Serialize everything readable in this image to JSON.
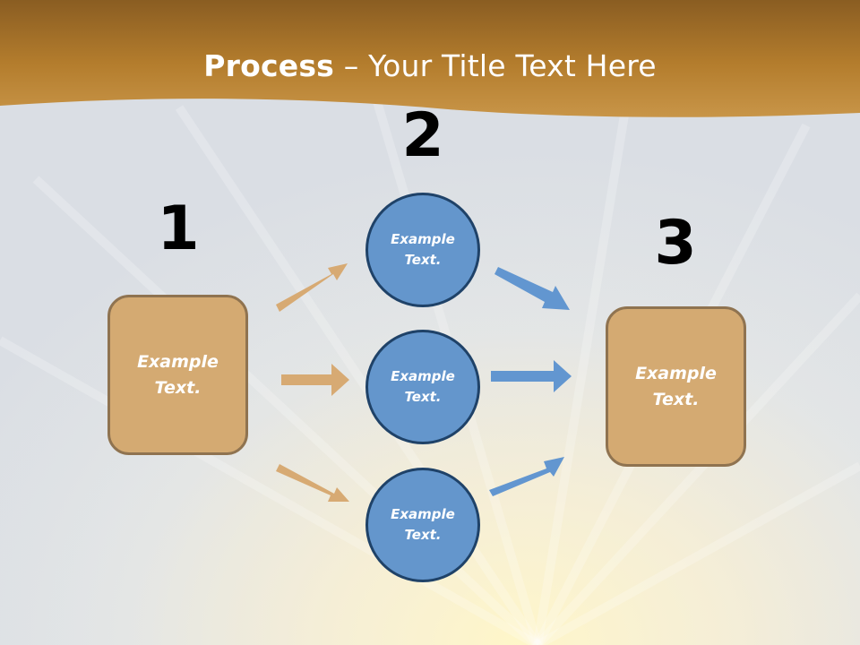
{
  "slide": {
    "title_bold": "Process",
    "title_rest": " – Your Title Text Here"
  },
  "steps": {
    "number_1": "1",
    "number_2": "2",
    "number_3": "3"
  },
  "diagram": {
    "left_box": "Example Text.",
    "circle_top": "Example Text.",
    "circle_middle": "Example Text.",
    "circle_bottom": "Example Text.",
    "right_box": "Example Text."
  },
  "colors": {
    "banner": "#b47d2d",
    "box_fill": "#d4aa72",
    "box_border": "#8f7350",
    "circle_fill": "#6496cc",
    "circle_border": "#1f4268",
    "arrow_tan": "#d7aa73",
    "arrow_blue": "#6296d0"
  }
}
